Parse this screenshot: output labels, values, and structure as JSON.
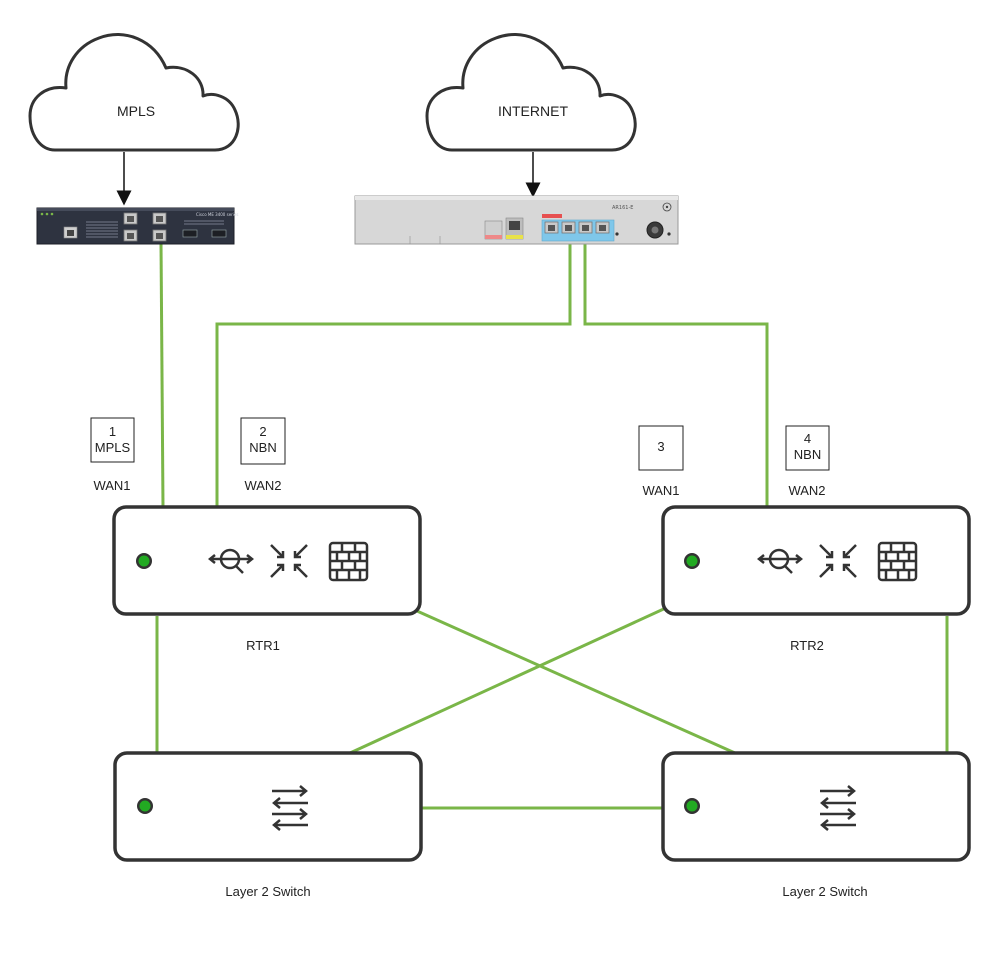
{
  "clouds": {
    "mpls": "MPLS",
    "internet": "INTERNET"
  },
  "devices": {
    "mpls_device_text": "Cisco ME 3400 series",
    "nbn_device_model": "AR161-E"
  },
  "wan_boxes": {
    "box1": {
      "number": "1",
      "name": "MPLS"
    },
    "box2": {
      "number": "2",
      "name": "NBN"
    },
    "box3": {
      "number": "3"
    },
    "box4": {
      "number": "4",
      "name": "NBN"
    }
  },
  "wan_labels": {
    "rtr1_wan1": "WAN1",
    "rtr1_wan2": "WAN2",
    "rtr2_wan1": "WAN1",
    "rtr2_wan2": "WAN2"
  },
  "routers": {
    "rtr1": "RTR1",
    "rtr2": "RTR2"
  },
  "switches": {
    "sw1": "Layer 2 Switch",
    "sw2": "Layer 2 Switch"
  },
  "colors": {
    "link": "#7ab648",
    "device_border": "#333333",
    "status_led": "#22aa22"
  },
  "icons": [
    "load-balancer-icon",
    "arrows-converge-icon",
    "firewall-icon",
    "switch-arrows-icon",
    "cloud-icon"
  ]
}
